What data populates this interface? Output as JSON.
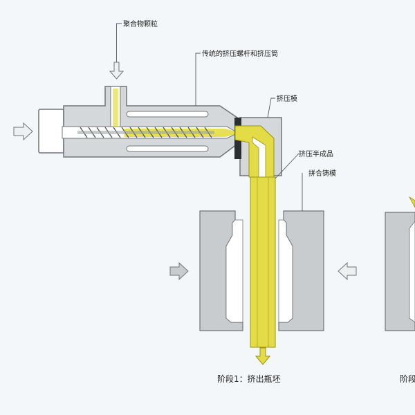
{
  "labels": {
    "polymer_pellets": "聚合物颗粒",
    "heated_screw_barrel": "传统的挤压螺杆和挤压筒",
    "extrusion_die": "挤压模",
    "extruded_parison": "挤压半成品",
    "split_mold": "拼合铸模",
    "stage1_caption": "阶段1：挤出瓶坯",
    "stage2_caption_partial": "阶段"
  },
  "colors": {
    "background": "#f4f7f9",
    "barrel_fill": "#d5d8da",
    "barrel_stroke": "#707478",
    "parison": "#e3dc46",
    "parison_edge": "#9a9310",
    "mold_fill": "#c8ccce",
    "arrow_fill": "#eef1f2"
  },
  "icons": [
    "down-arrow-icon",
    "right-arrow-icon",
    "left-arrow-icon"
  ]
}
